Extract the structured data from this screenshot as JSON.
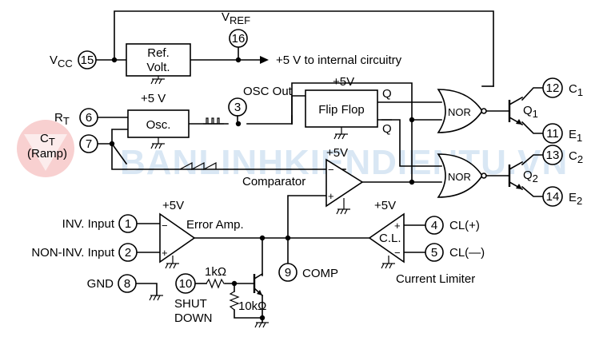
{
  "watermark": "BANLINHKIENDIENTU.VN",
  "pins": {
    "p1": {
      "num": "1",
      "label": "INV. Input"
    },
    "p2": {
      "num": "2",
      "label": "NON-INV. Input"
    },
    "p3": {
      "num": "3",
      "label": "OSC Out"
    },
    "p4": {
      "num": "4",
      "label": "CL(+)"
    },
    "p5": {
      "num": "5",
      "label": "CL(—)"
    },
    "p6": {
      "num": "6",
      "label": "R",
      "sub": "T"
    },
    "p7": {
      "num": "7",
      "label": "C",
      "sub": "T",
      "extra": "(Ramp)"
    },
    "p8": {
      "num": "8",
      "label": "GND"
    },
    "p9": {
      "num": "9",
      "label": "COMP"
    },
    "p10": {
      "num": "10",
      "label1": "SHUT",
      "label2": "DOWN"
    },
    "p11": {
      "num": "11",
      "label": "E",
      "sub": "1"
    },
    "p12": {
      "num": "12",
      "label": "C",
      "sub": "1"
    },
    "p13": {
      "num": "13",
      "label": "C",
      "sub": "2"
    },
    "p14": {
      "num": "14",
      "label": "E",
      "sub": "2"
    },
    "p15": {
      "num": "15",
      "label": "V",
      "sub": "CC"
    },
    "p16": {
      "num": "16",
      "label": "V",
      "sub": "REF"
    }
  },
  "blocks": {
    "ref_line1": "Ref.",
    "ref_line2": "Volt.",
    "ref_out": "+5 V to internal circuitry",
    "osc": "Osc.",
    "flipflop": "Flip Flop",
    "ff_q": "Q",
    "ff_qbar": "Q",
    "nor1": "NOR",
    "nor2": "NOR",
    "q1": "Q",
    "q1_sub": "1",
    "q2": "Q",
    "q2_sub": "2",
    "comparator": "Comparator",
    "error_amp": "Error Amp.",
    "cl": "C.L.",
    "current_limiter": "Current Limiter",
    "r1k": "1kΩ",
    "r10k": "10kΩ"
  },
  "supplies": {
    "osc_supply": "+5 V",
    "ff_supply": "+5V",
    "comp_supply": "+5V",
    "ea_supply": "+5V",
    "cl_supply": "+5V"
  },
  "opamp_signs": {
    "minus": "−",
    "plus": "+"
  }
}
